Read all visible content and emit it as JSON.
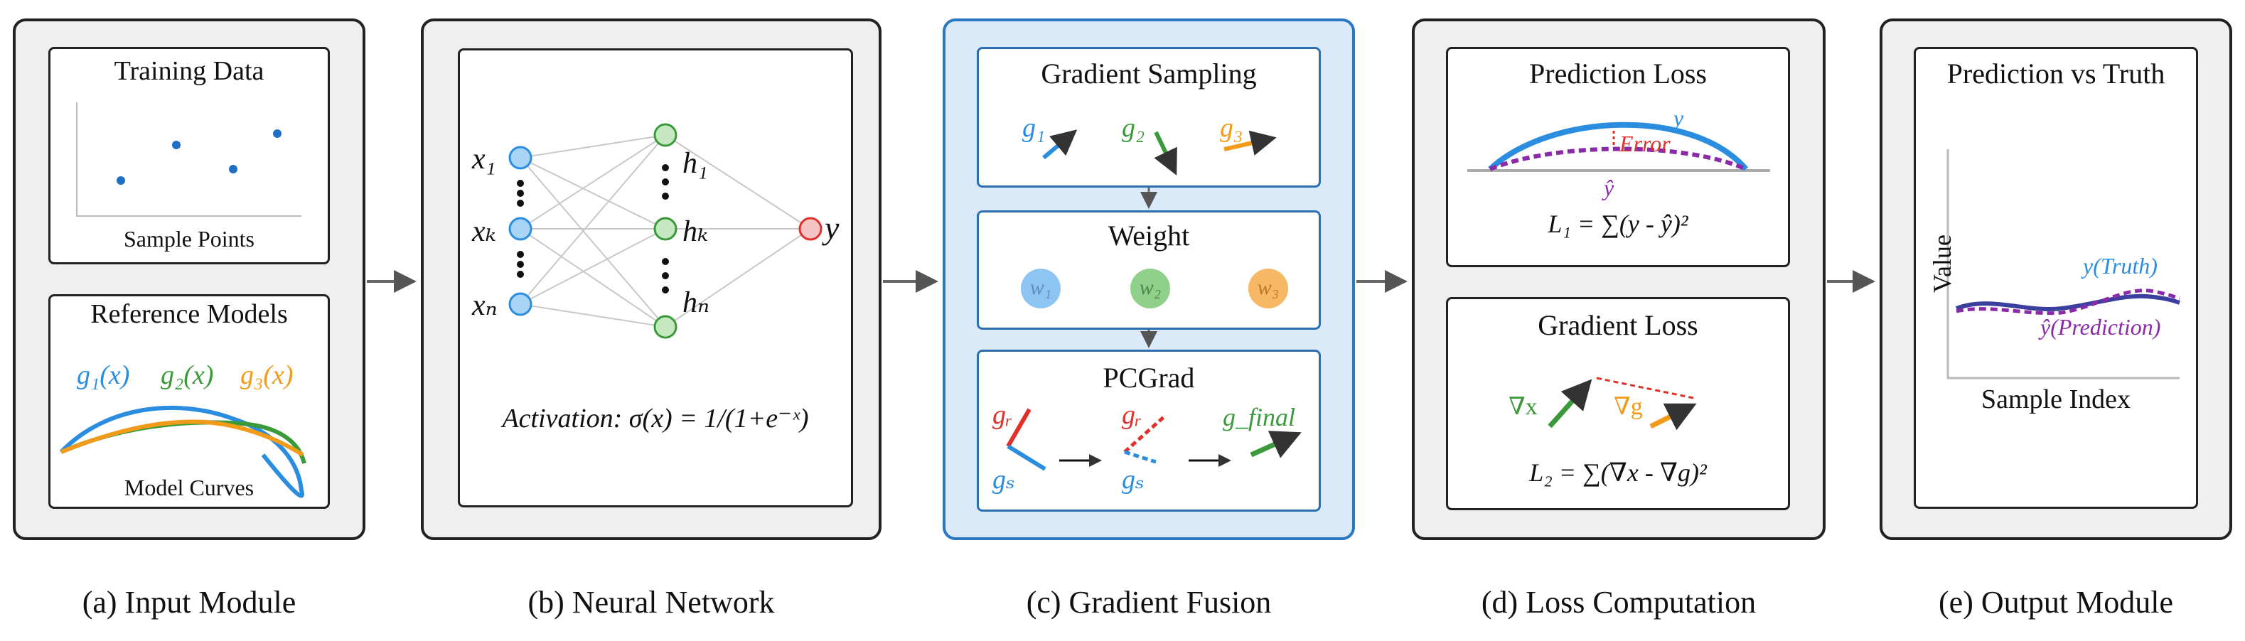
{
  "captions": {
    "a": "(a) Input Module",
    "b": "(b) Neural Network",
    "c": "(c) Gradient Fusion",
    "d": "(d) Loss Computation",
    "e": "(e) Output Module"
  },
  "input": {
    "training_title": "Training Data",
    "training_xlabel": "Sample Points",
    "reference_title": "Reference Models",
    "g1": "g₁(x)",
    "g2": "g₂(x)",
    "g3": "g₃(x)",
    "curves_label": "Model Curves"
  },
  "network": {
    "x1": "x₁",
    "xk": "xₖ",
    "xn": "xₙ",
    "h1": "h₁",
    "hk": "hₖ",
    "hn": "hₙ",
    "y": "y",
    "activation": "Activation: σ(x) = 1/(1+e⁻ˣ)"
  },
  "fusion": {
    "sampling_title": "Gradient Sampling",
    "g1": "g₁",
    "g2": "g₂",
    "g3": "g₃",
    "weight_title": "Weight",
    "w1": "w₁",
    "w2": "w₂",
    "w3": "w₃",
    "pcgrad_title": "PCGrad",
    "gr": "gᵣ",
    "gs": "gₛ",
    "gfinal": "g_final"
  },
  "loss": {
    "pred_title": "Prediction Loss",
    "y": "y",
    "error": "Error",
    "yhat": "ŷ",
    "l1": "L₁ = ∑(y - ŷ)²",
    "grad_title": "Gradient Loss",
    "nabla_x": "∇x",
    "nabla_g": "∇g",
    "l2": "L₂ = ∑(∇x - ∇g)²"
  },
  "output": {
    "title": "Prediction vs Truth",
    "ylabel": "Value",
    "truth": "y(Truth)",
    "pred": "ŷ(Prediction)",
    "xlabel": "Sample Index"
  },
  "colors": {
    "blue": "#2a8de0",
    "green": "#3a9a3a",
    "orange": "#f29a1a",
    "red": "#e0302a",
    "purple": "#8a2aa8",
    "navy": "#3b3f9e"
  }
}
